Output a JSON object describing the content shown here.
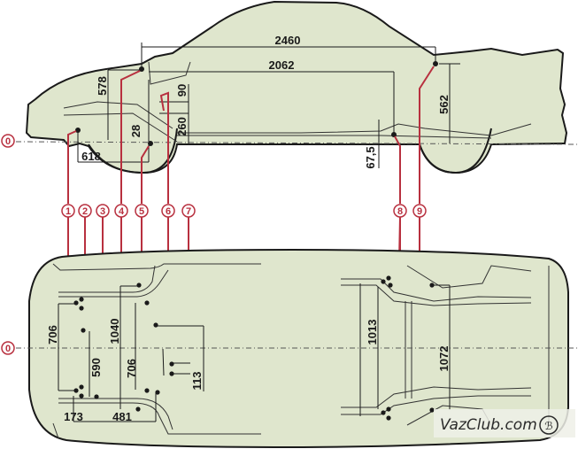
{
  "diagram": {
    "title": "Body measurement (control) points",
    "views": [
      "side-view",
      "bottom-view"
    ],
    "datum_label": "0",
    "point_labels": [
      "1",
      "2",
      "3",
      "4",
      "5",
      "6",
      "7",
      "8",
      "9"
    ],
    "side_view": {
      "dimensions": {
        "wheelbase_total": "2460",
        "rear_ref": "2062",
        "front_height": "578",
        "front_offset": "618",
        "strut_offset": "28",
        "upper_mount": "90",
        "mid_height": "260",
        "rear_height": "562",
        "rear_low": "67,5"
      }
    },
    "bottom_view": {
      "dimensions": {
        "front_width": "706",
        "front_longitudinal": "590",
        "front_axle_width": "1040",
        "inner_width": "706",
        "offset_small": "113",
        "front_offset_x": "173",
        "span_x": "481",
        "rear_width": "1013",
        "rear_axle_width": "1072"
      }
    },
    "colors": {
      "body_fill": "#dfe6cd",
      "outline": "#1a1a1a",
      "accent": "#b8303f"
    }
  },
  "watermark": {
    "text": "VazClub.com"
  }
}
